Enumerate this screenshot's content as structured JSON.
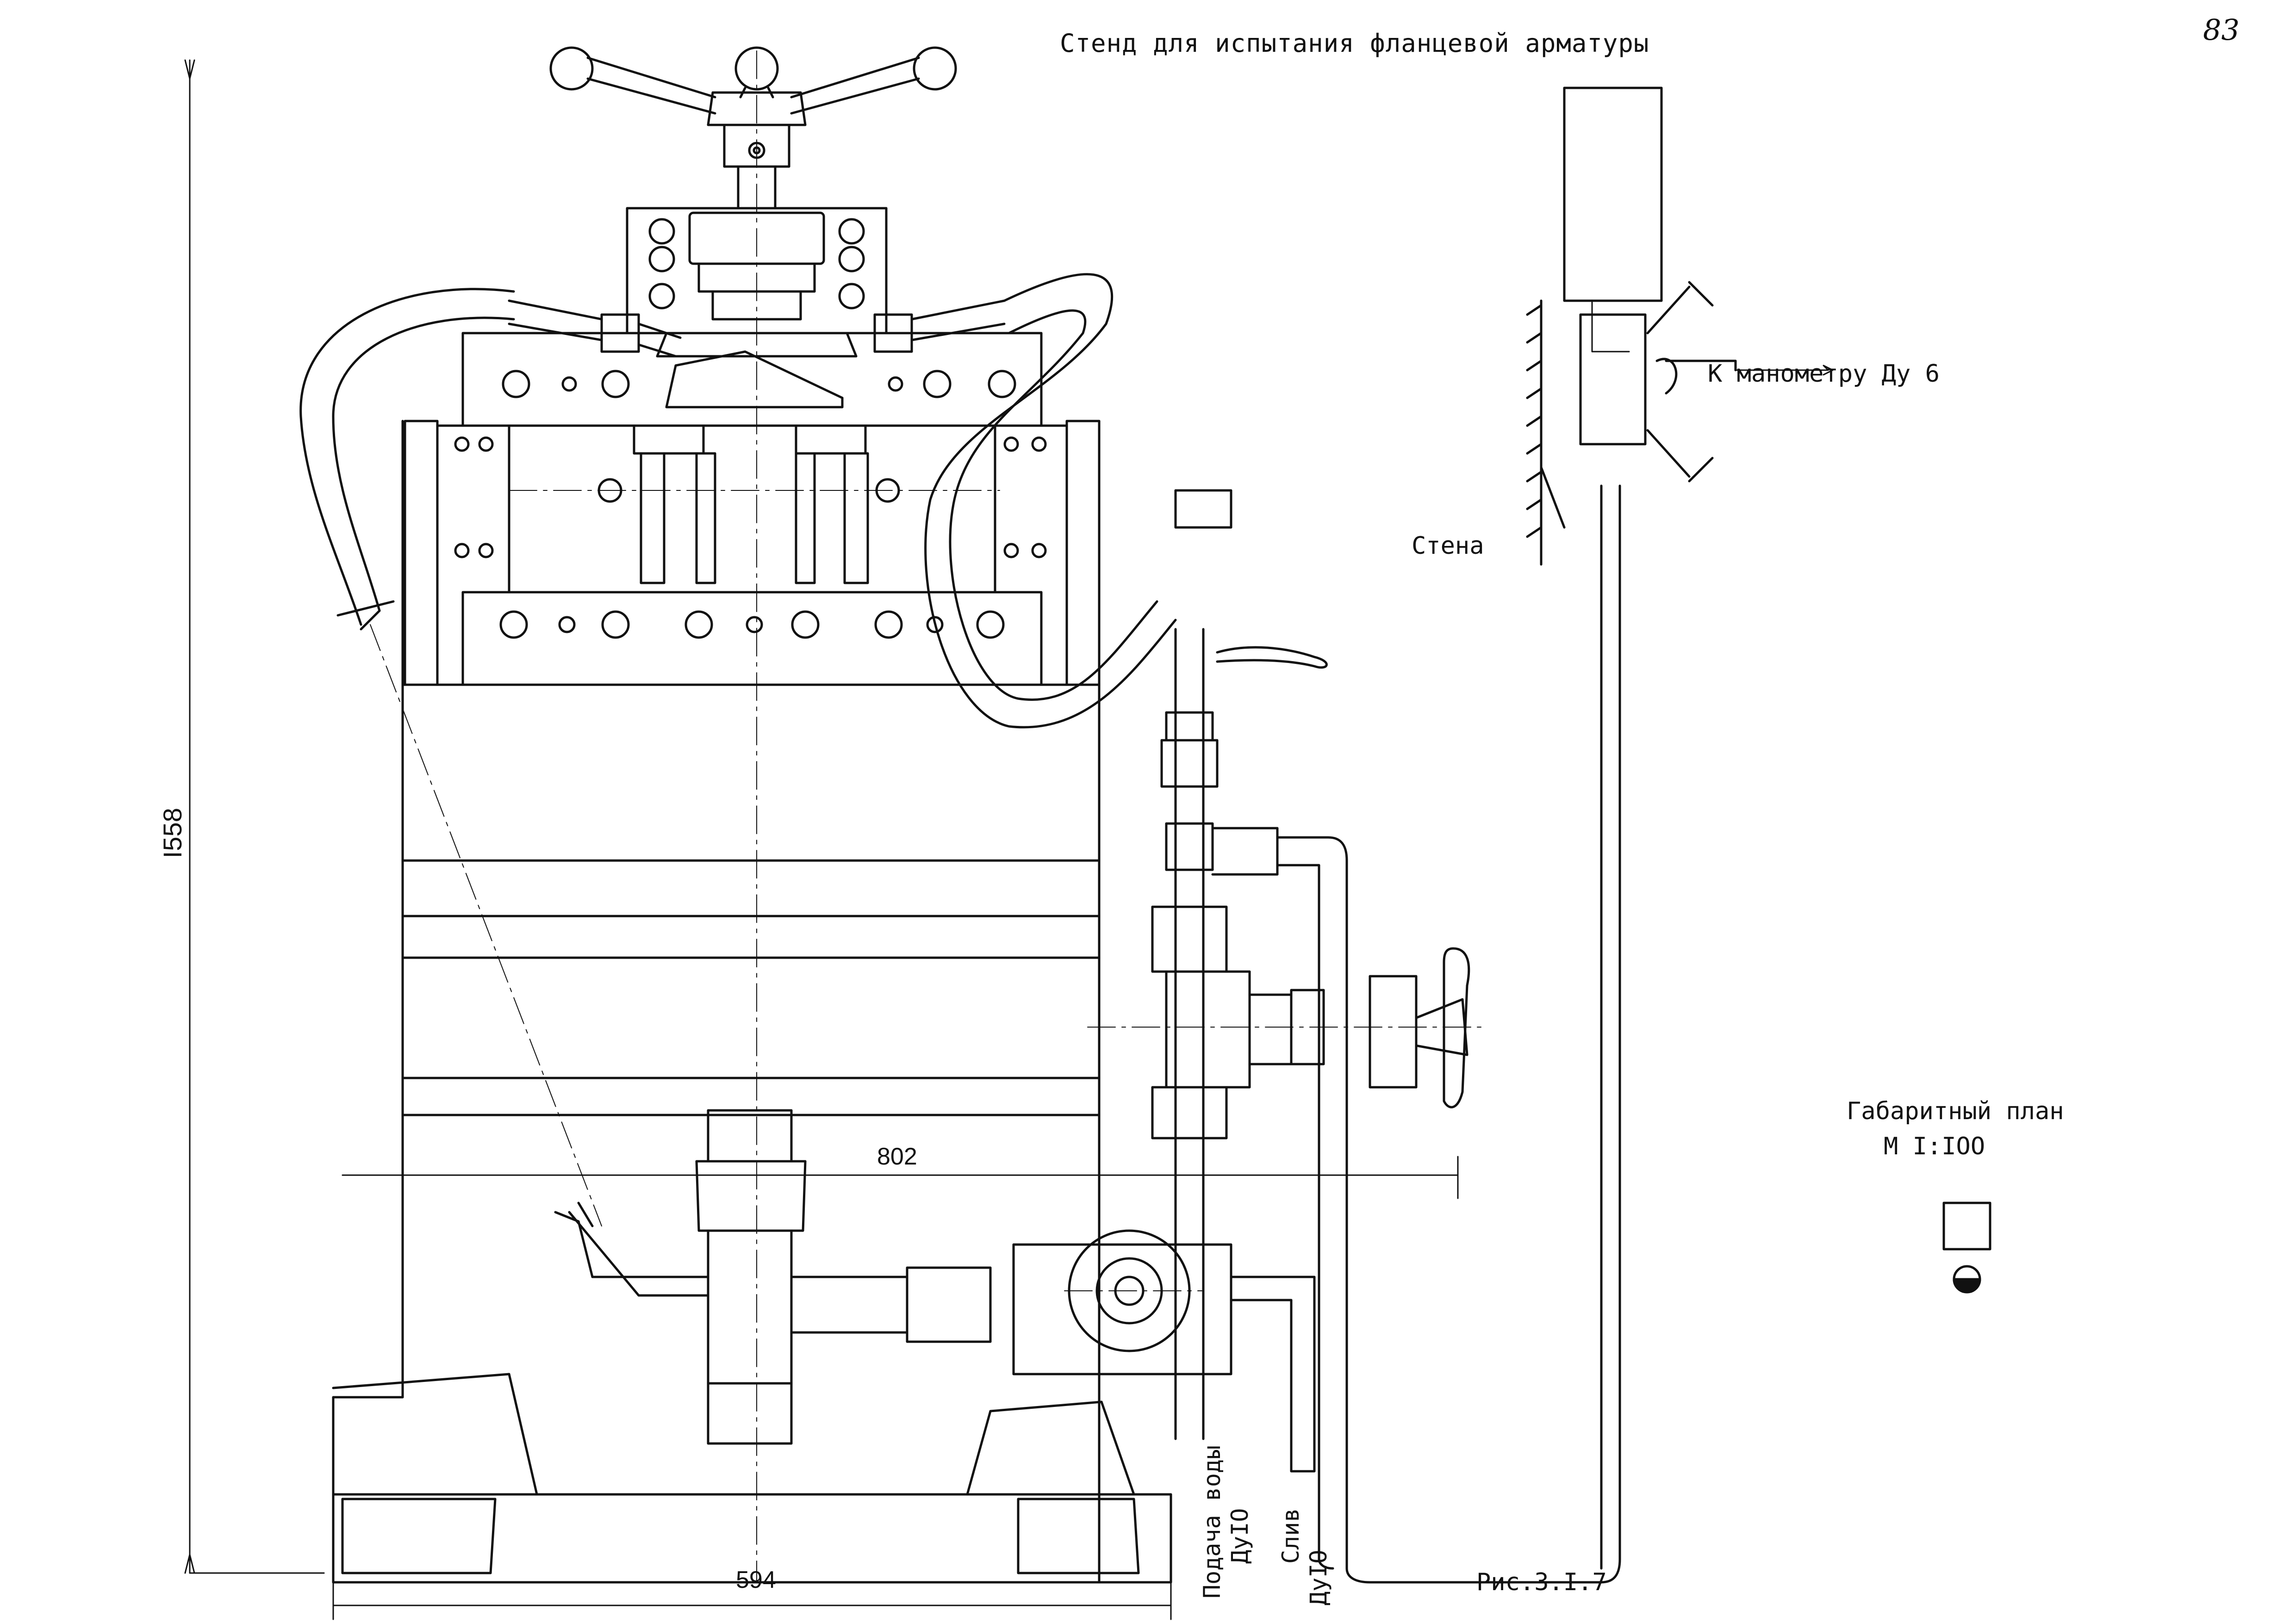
{
  "drawing": {
    "title": "Стенд для испытания фланцевой арматуры",
    "page_number": "83",
    "figure_label": "Рис.3.I.7"
  },
  "labels": {
    "to_gauge": "К манометру Ду 6",
    "wall": "Стена",
    "overall_plan": "Габаритный план",
    "scale": "М I:IOO",
    "water_supply": "Подача воды",
    "water_supply_dn": "ДуIO",
    "drain": "Слив",
    "drain_dn": "ДуIO"
  },
  "dimensions": {
    "height": "I558",
    "reach": "802",
    "width": "594"
  },
  "colors": {
    "ink": "#111111",
    "paper": "#ffffff"
  }
}
